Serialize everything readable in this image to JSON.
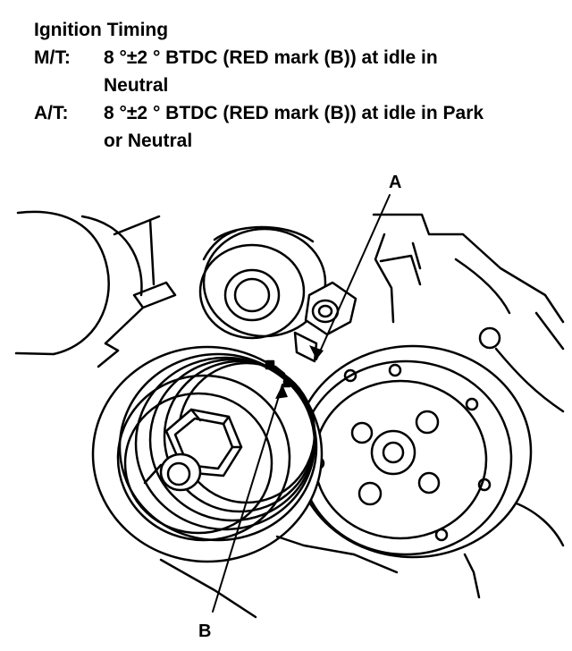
{
  "spec": {
    "title": "Ignition Timing",
    "rows": [
      {
        "key": "M/T:",
        "line1": "8 °±2 ° BTDC (RED mark (B)) at idle in",
        "line2": "Neutral"
      },
      {
        "key": "A/T:",
        "line1": "8 °±2 ° BTDC (RED mark (B)) at idle in Park",
        "line2": "or Neutral"
      }
    ]
  },
  "callouts": {
    "a": "A",
    "b": "B"
  }
}
